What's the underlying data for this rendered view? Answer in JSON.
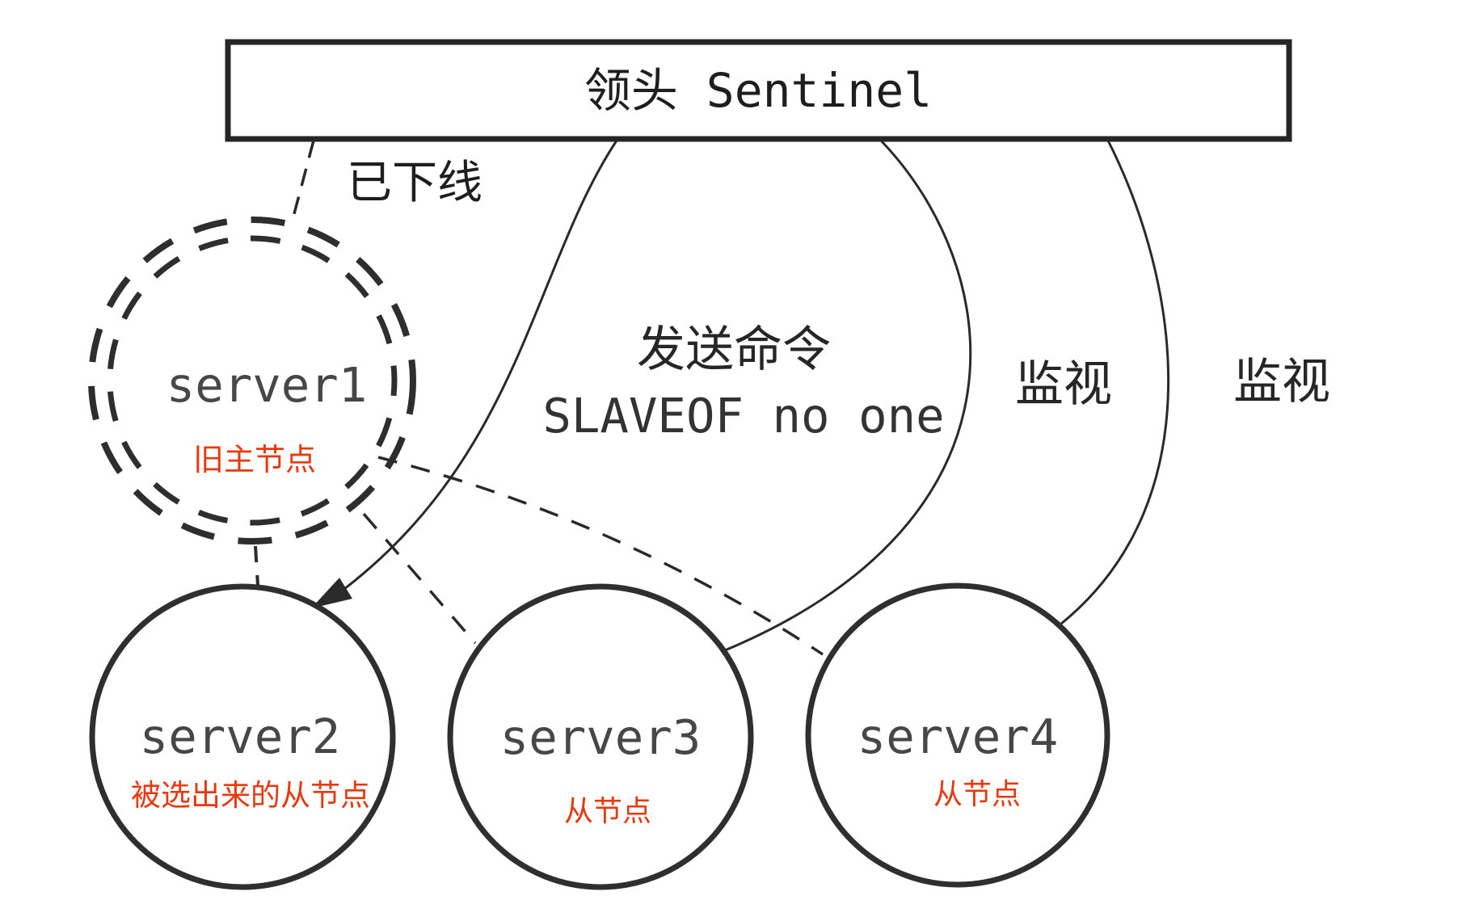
{
  "diagram": {
    "background": "#ffffff",
    "ink_color": "#2a2a2a",
    "muted_ink_color": "#454545",
    "accent_red": "#e8380e",
    "sentinel_box": {
      "label": "领头 Sentinel"
    },
    "edge_labels": {
      "offline": "已下线",
      "send_command_line1": "发送命令",
      "send_command_line2": "SLAVEOF no one",
      "monitor_1": "监视",
      "monitor_2": "监视"
    },
    "nodes": [
      {
        "id": "server1",
        "label": "server1",
        "role": "旧主节点",
        "style": "dashed-double-ring"
      },
      {
        "id": "server2",
        "label": "server2",
        "role": "被选出来的从节点",
        "style": "solid"
      },
      {
        "id": "server3",
        "label": "server3",
        "role": "从节点",
        "style": "solid"
      },
      {
        "id": "server4",
        "label": "server4",
        "role": "从节点",
        "style": "solid"
      }
    ]
  }
}
